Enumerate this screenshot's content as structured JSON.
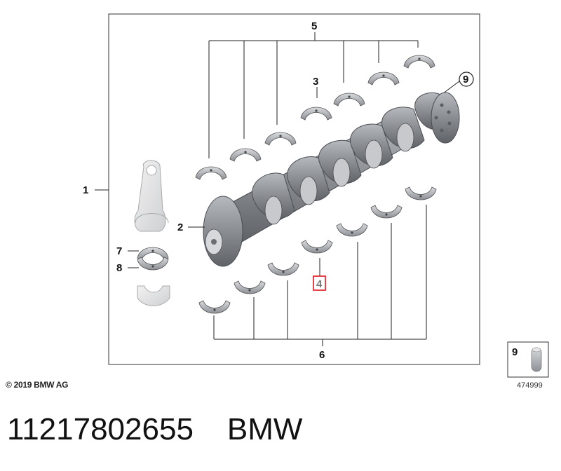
{
  "diagram": {
    "labels": {
      "main_frame": "1",
      "crankshaft": "2",
      "upper_bearing_single": "3",
      "lower_bearing_single": "4",
      "upper_bearing_shells": "5",
      "lower_bearing_shells": "6",
      "rod_bearing_upper": "7",
      "rod_bearing_lower": "8",
      "dowel_pin": "9"
    },
    "inset": {
      "label": "9",
      "number": "474999"
    },
    "copyright": "© 2019 BMW AG"
  },
  "footer": {
    "part_number": "11217802655",
    "brand": "BMW"
  },
  "colors": {
    "line": "#222222",
    "highlight": "#e0161b",
    "shell_fill": "#b9bcc0",
    "crank_fill": "#8e9196"
  }
}
